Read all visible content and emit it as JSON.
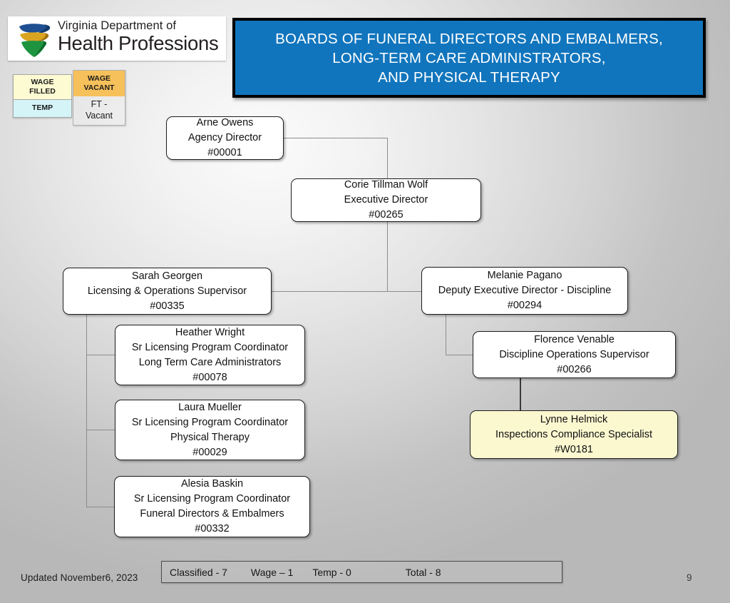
{
  "logo": {
    "line1": "Virginia Department of",
    "line2": "Health Professions",
    "mark_name": "vdh-swirl-shield-logo",
    "colors": {
      "blue": "#1d4f91",
      "gold": "#d9a520",
      "green": "#1e9440"
    }
  },
  "legend": {
    "wage_filled": "WAGE\nFILLED",
    "temp": "TEMP",
    "wage_vacant": "WAGE\nVACANT",
    "ft_vacant": "FT -\nVacant",
    "colors": {
      "wage_filled_bg": "#fdfbd1",
      "temp_bg": "#d4f4f8",
      "wage_vacant_bg": "#f6c05a"
    }
  },
  "title": {
    "text": "BOARDS OF FUNERAL DIRECTORS AND EMBALMERS,\nLONG-TERM CARE ADMINISTRATORS,\nAND PHYSICAL THERAPY",
    "bg": "#1175bd",
    "fg": "#ffffff"
  },
  "nodes": [
    {
      "id": "arne-owens",
      "name": "Arne Owens",
      "title": "Agency Director",
      "position_number": "#00001",
      "type": "classified"
    },
    {
      "id": "corie-tillman-wolf",
      "name": "Corie Tillman Wolf",
      "title": "Executive Director",
      "position_number": "#00265",
      "type": "classified"
    },
    {
      "id": "sarah-georgen",
      "name": "Sarah Georgen",
      "title": "Licensing & Operations Supervisor",
      "position_number": "#00335",
      "type": "classified"
    },
    {
      "id": "melanie-pagano",
      "name": "Melanie Pagano",
      "title": "Deputy Executive Director - Discipline",
      "position_number": "#00294",
      "type": "classified"
    },
    {
      "id": "heather-wright",
      "name": "Heather Wright",
      "title": "Sr Licensing Program Coordinator",
      "program": "Long Term Care Administrators",
      "position_number": "#00078",
      "type": "classified"
    },
    {
      "id": "florence-venable",
      "name": "Florence Venable",
      "title": "Discipline Operations Supervisor",
      "position_number": "#00266",
      "type": "classified"
    },
    {
      "id": "laura-mueller",
      "name": "Laura Mueller",
      "title": "Sr Licensing Program Coordinator",
      "program": "Physical Therapy",
      "position_number": "#00029",
      "type": "classified"
    },
    {
      "id": "lynne-helmick",
      "name": "Lynne Helmick",
      "title": "Inspections Compliance Specialist",
      "position_number": "#W0181",
      "type": "wage-filled"
    },
    {
      "id": "alesia-baskin",
      "name": "Alesia Baskin",
      "title": "Sr Licensing Program Coordinator",
      "program": "Funeral Directors & Embalmers",
      "position_number": "#00332",
      "type": "classified"
    }
  ],
  "summary": {
    "classified": "Classified - 7",
    "wage": "Wage – 1",
    "temp": "Temp - 0",
    "total": "Total - 8"
  },
  "footer": {
    "updated": "Updated November6, 2023",
    "page_number": "9"
  }
}
